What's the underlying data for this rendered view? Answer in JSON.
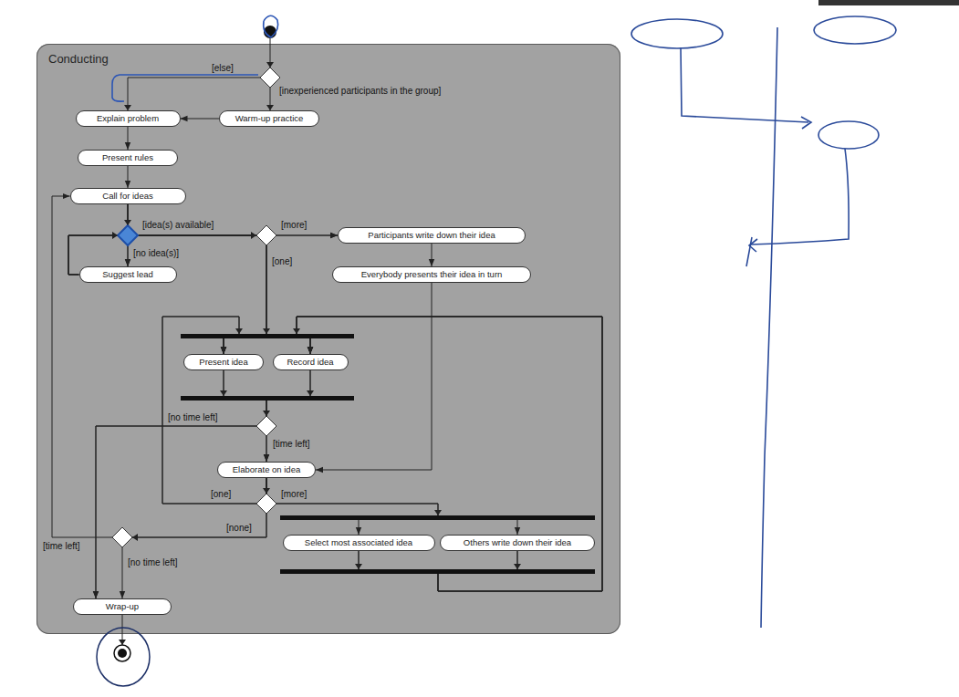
{
  "diagram": {
    "nodes": [
      {
        "text": [
          "Conducting"
        ]
      },
      {
        "text": [
          "Explain problem"
        ],
        "in": 0
      },
      {
        "text": [
          "Warm-up practice"
        ],
        "in": 0
      },
      {
        "text": [
          "Present rules"
        ],
        "in": 0
      },
      {
        "text": [
          "Call for ideas"
        ],
        "in": 0
      },
      {
        "text": [
          "Suggest lead"
        ],
        "in": 0
      },
      {
        "text": [
          "Participants write down their idea"
        ],
        "in": 0
      },
      {
        "text": [
          "Everybody presents their idea in turn"
        ],
        "in": 0
      },
      {
        "text": [
          "Present idea"
        ],
        "in": 0
      },
      {
        "text": [
          "Record idea"
        ],
        "in": 0
      },
      {
        "text": [
          "Elaborate on idea"
        ],
        "in": 0
      },
      {
        "text": [
          "Select most associated idea"
        ],
        "in": 0
      },
      {
        "text": [
          "Others write down their idea"
        ],
        "in": 0
      },
      {
        "text": [
          "Wrap-up"
        ],
        "in": 0
      }
    ],
    "edges": [
      {
        "from": 2,
        "to": 1,
        "arrow": "to"
      },
      {
        "from": 1,
        "to": 3,
        "arrow": "to"
      },
      {
        "from": 3,
        "to": 4,
        "arrow": "to"
      },
      {
        "from": 4,
        "to": 5,
        "label": "[no idea(s)]",
        "arrow": "to"
      },
      {
        "from": 4,
        "to": 6,
        "label": "[idea(s) available]",
        "arrow": "to"
      },
      {
        "from": 4,
        "to": 8,
        "label": "[one]",
        "arrow": "to"
      },
      {
        "from": 4,
        "to": 9,
        "arrow": "to"
      },
      {
        "from": 5,
        "to": 5,
        "arrow": "to"
      },
      {
        "from": 5,
        "to": 6,
        "label": "[more]",
        "arrow": "to"
      },
      {
        "from": 5,
        "to": 8,
        "arrow": "to"
      },
      {
        "from": 5,
        "to": 9,
        "arrow": "to"
      },
      {
        "from": 6,
        "to": 7,
        "arrow": "to"
      },
      {
        "from": 7,
        "to": 10,
        "arrow": "to"
      },
      {
        "from": 8,
        "to": 10,
        "label": "[time left]",
        "arrow": "to"
      },
      {
        "from": 9,
        "to": 10,
        "arrow": "to"
      },
      {
        "from": 8,
        "to": 13,
        "label": "[no time left]",
        "arrow": "to"
      },
      {
        "from": 9,
        "to": 13,
        "arrow": "to"
      },
      {
        "from": 10,
        "to": 8,
        "label": "[one]",
        "arrow": "to"
      },
      {
        "from": 10,
        "to": 9,
        "arrow": "to"
      },
      {
        "from": 10,
        "to": 11,
        "label": "[more]",
        "arrow": "to"
      },
      {
        "from": 10,
        "to": 12,
        "arrow": "to"
      },
      {
        "from": 10,
        "to": 4,
        "label": "[time left]",
        "arrow": "to"
      },
      {
        "from": 10,
        "to": 13,
        "label": "[no time left]",
        "arrow": "to"
      },
      {
        "from": 11,
        "to": 8,
        "arrow": "to"
      },
      {
        "from": 11,
        "to": 9,
        "arrow": "to"
      },
      {
        "from": 12,
        "to": 8,
        "arrow": "to"
      },
      {
        "from": 12,
        "to": 9,
        "arrow": "to"
      }
    ],
    "labels": [
      "[else]",
      "[inexperienced participants in the group]",
      "[none]"
    ]
  }
}
